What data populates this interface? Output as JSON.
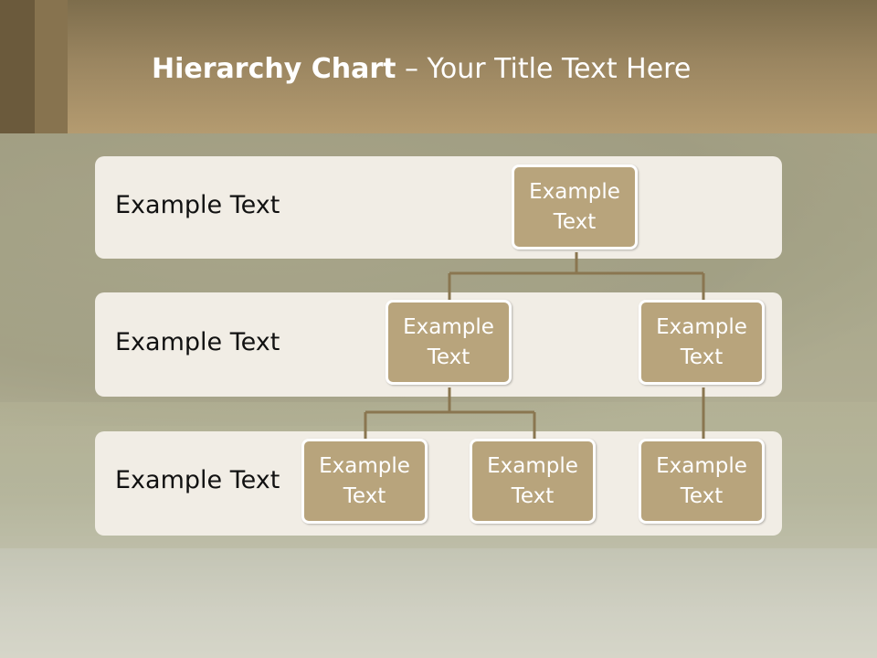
{
  "slide": {
    "title_bold": "Hierarchy Chart",
    "title_rest": " – Your Title Text Here"
  },
  "levels": [
    {
      "label": "Example Text"
    },
    {
      "label": "Example Text"
    },
    {
      "label": "Example Text"
    }
  ],
  "nodes": {
    "root": {
      "line1": "Example",
      "line2": "Text"
    },
    "left": {
      "line1": "Example",
      "line2": "Text"
    },
    "right": {
      "line1": "Example",
      "line2": "Text"
    },
    "left_child_1": {
      "line1": "Example",
      "line2": "Text"
    },
    "left_child_2": {
      "line1": "Example",
      "line2": "Text"
    },
    "right_child": {
      "line1": "Example",
      "line2": "Text"
    }
  },
  "colors": {
    "node_fill": "#b8a47c",
    "node_border": "#ffffff",
    "band_fill": "#f1ede5",
    "connector": "#8a7650",
    "header": "#9a8560"
  }
}
